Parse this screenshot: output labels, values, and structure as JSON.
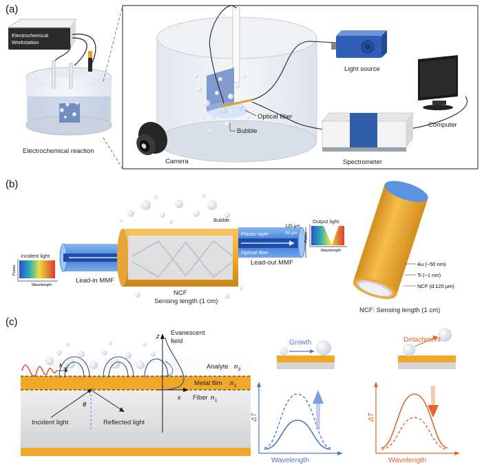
{
  "panels": {
    "a": "(a)",
    "b": "(b)",
    "c": "(c)"
  },
  "panel_a": {
    "workstation": [
      "Electrochemical",
      "Workstation"
    ],
    "electrochemical_reaction": "Electrochemical reaction",
    "light_source": "Light source",
    "computer": "Computer",
    "optical_fiber": "Optical fiber",
    "bubble": "Bubble",
    "camera": "Camera",
    "spectrometer": "Spectrometer"
  },
  "panel_b": {
    "incident_light": "Incident light",
    "output_light": "Output light",
    "power": "Power",
    "wavelength": "Wavelength",
    "lead_in": "Lead-in MMF",
    "lead_out": "Lead-out MMF",
    "ncf": "NCF",
    "sensing_length": "Sensing length (1 cm)",
    "bubble": "Bubble",
    "plastic_layer": "Plastic layer",
    "optical_fiber": "Optical fiber",
    "dim_125": "125 μm",
    "dim_50": "50 μm",
    "au": "Au (~50 nm)",
    "ti": "Ti (~1 nm)",
    "ncf_d": "NCF (d:125 μm)",
    "ncf_caption": "NCF: Sensing length (1 cm)"
  },
  "panel_c": {
    "z": "z",
    "x": "x",
    "evanescent": [
      "Evanescent",
      "field"
    ],
    "analyte": "Analyte",
    "metal_film": "Metal film",
    "fiber": "Fiber",
    "n3": "n",
    "n3_sub": "3",
    "n2_sub": "2",
    "n1_sub": "1",
    "ksp": "k",
    "ksp_sub": "sp",
    "theta": "θ",
    "incident_light": "Incident light",
    "reflected_light": "Reflected light",
    "growth": "Growth",
    "detachment": "Detachment",
    "delta_t": "ΔT",
    "wavelength": "Wavelength"
  },
  "colors": {
    "gold": "#F0A92A",
    "fiber_blue": "#3D7BD9",
    "growth_blue": "#4A78C2",
    "detach_orange": "#E0642B",
    "spectrometer_blue": "#2F5DA8"
  }
}
